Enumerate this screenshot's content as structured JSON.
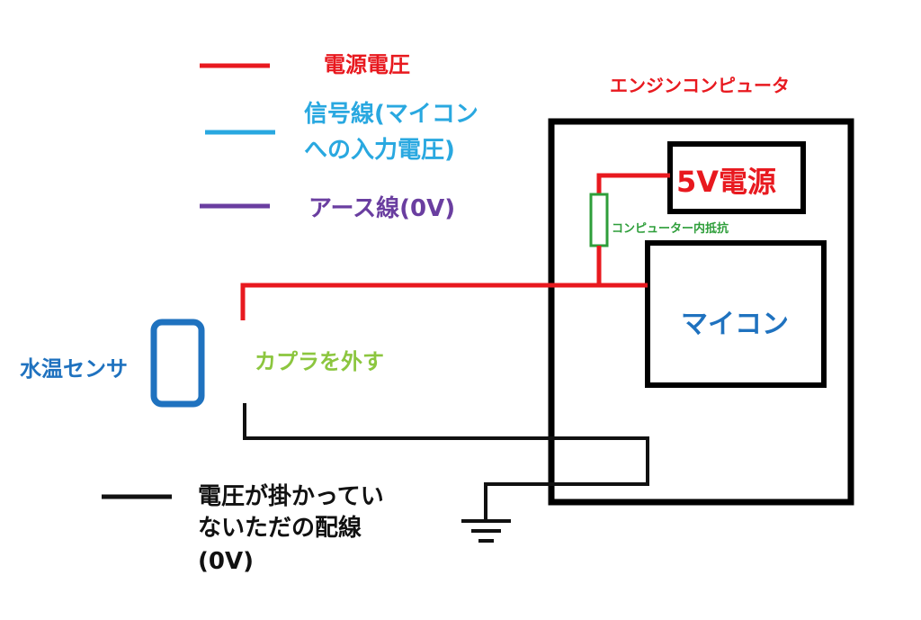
{
  "legend": {
    "items": [
      {
        "label": "電源電圧",
        "color": "#e8191f"
      },
      {
        "label_lines": [
          "信号線(マイコン",
          "への入力電圧)"
        ],
        "color": "#29a8e0"
      },
      {
        "label": "アース線(0V)",
        "color": "#6a3ea0"
      },
      {
        "label_lines": [
          "電圧が掛かってい",
          "ないただの配線",
          "(0V)"
        ],
        "color": "#111111"
      }
    ]
  },
  "ecu": {
    "title": "エンジンコンピュータ",
    "power_label": "5V電源",
    "resistor_label": "コンピューター内抵抗",
    "mcu_label": "マイコン"
  },
  "sensor": {
    "label": "水温センサ",
    "color": "#1f72bf"
  },
  "coupler": {
    "label": "カプラを外す",
    "color": "#8cc63f"
  },
  "colors": {
    "resistor": "#2e9e3a",
    "box": "#000000"
  }
}
